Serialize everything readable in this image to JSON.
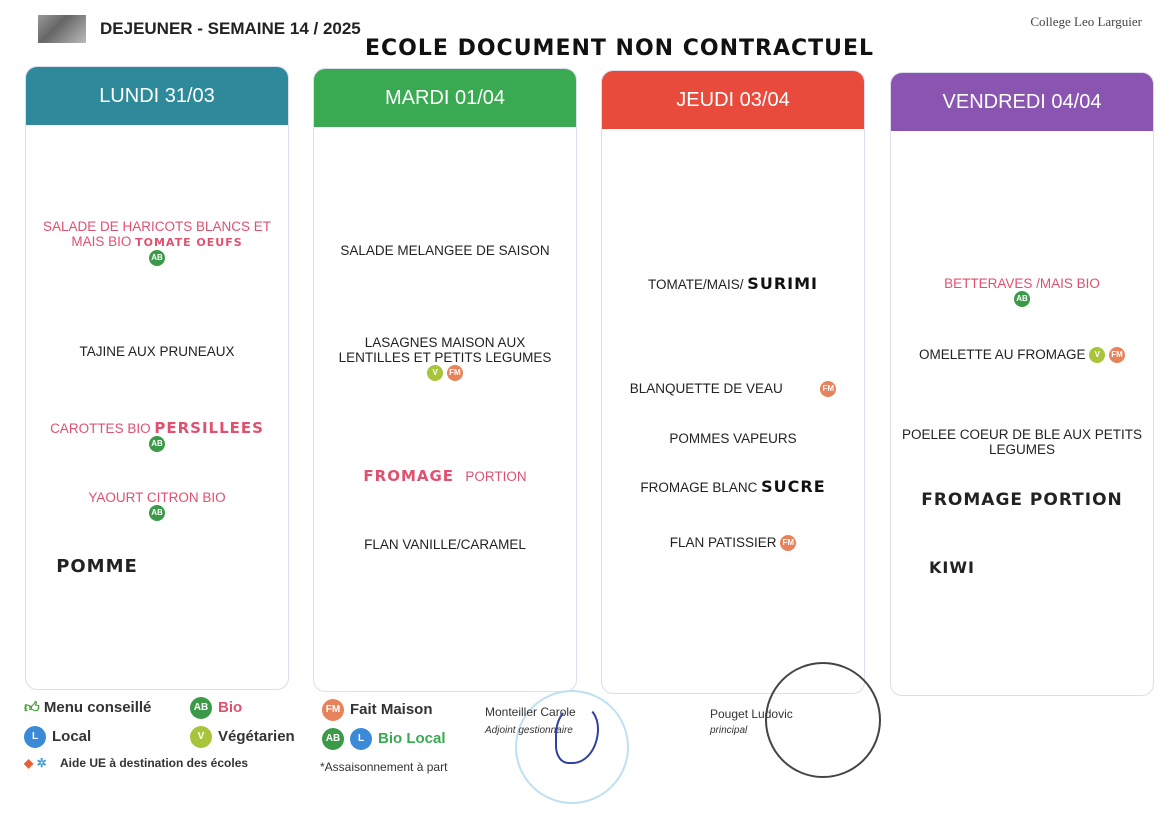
{
  "header": {
    "title": "DEJEUNER - SEMAINE 14 / 2025",
    "school": "College Leo Larguier",
    "annotation": "ECOLE DOCUMENT NON CONTRACTUEL"
  },
  "days": [
    {
      "label": "LUNDI 31/03",
      "color": "#2e8a9a",
      "items": [
        {
          "text": "SALADE DE HARICOTS BLANCS ET MAIS BIO",
          "note": "TOMATE OEUFS",
          "icons": [
            "bio"
          ]
        },
        {
          "text": "TAJINE AUX PRUNEAUX"
        },
        {
          "text": "CAROTTES BIO",
          "note": "PERSILLEES",
          "icons": [
            "bio"
          ]
        },
        {
          "text": "YAOURT CITRON BIO",
          "icons": [
            "bio"
          ]
        },
        {
          "note": "POMME"
        }
      ]
    },
    {
      "label": "MARDI 01/04",
      "color": "#3aaa52",
      "items": [
        {
          "text": "SALADE MELANGEE DE SAISON"
        },
        {
          "text": "LASAGNES MAISON AUX LENTILLES ET PETITS LEGUMES",
          "icons": [
            "vegetarien",
            "fait-maison"
          ]
        },
        {
          "note": "FROMAGE",
          "text": "PORTION"
        },
        {
          "text": "FLAN VANILLE/CARAMEL"
        }
      ]
    },
    {
      "label": "JEUDI 03/04",
      "color": "#e84a3c",
      "items": [
        {
          "text": "TOMATE/MAIS/",
          "note": "SURIMI"
        },
        {
          "text": "BLANQUETTE DE VEAU",
          "icons": [
            "fait-maison"
          ]
        },
        {
          "text": "POMMES VAPEURS"
        },
        {
          "text": "FROMAGE BLANC",
          "note": "SUCRE"
        },
        {
          "text": "FLAN PATISSIER",
          "icons": [
            "fait-maison"
          ]
        }
      ]
    },
    {
      "label": "VENDREDI 04/04",
      "color": "#8a55b0",
      "items": [
        {
          "text": "BETTERAVES /MAIS BIO",
          "icons": [
            "bio"
          ]
        },
        {
          "text": "OMELETTE AU FROMAGE",
          "icons": [
            "vegetarien",
            "fait-maison"
          ]
        },
        {
          "text": "POELEE COEUR DE BLE AUX PETITS LEGUMES"
        },
        {
          "note": "FROMAGE PORTION"
        },
        {
          "note": "KIWI"
        }
      ]
    }
  ],
  "legend": {
    "menu": "Menu conseillé",
    "bio": "Bio",
    "fait_maison": "Fait Maison",
    "local": "Local",
    "vegetarien": "Végétarien",
    "bio_local": "Bio Local",
    "aide": "Aide UE à destination des écoles",
    "assaisonnement": "*Assaisonnement à part"
  },
  "signatures": [
    {
      "name": "Monteiller Carole",
      "role": "Adjoint gestionnaire"
    },
    {
      "name": "Pouget Ludovic",
      "role": "principal"
    }
  ]
}
